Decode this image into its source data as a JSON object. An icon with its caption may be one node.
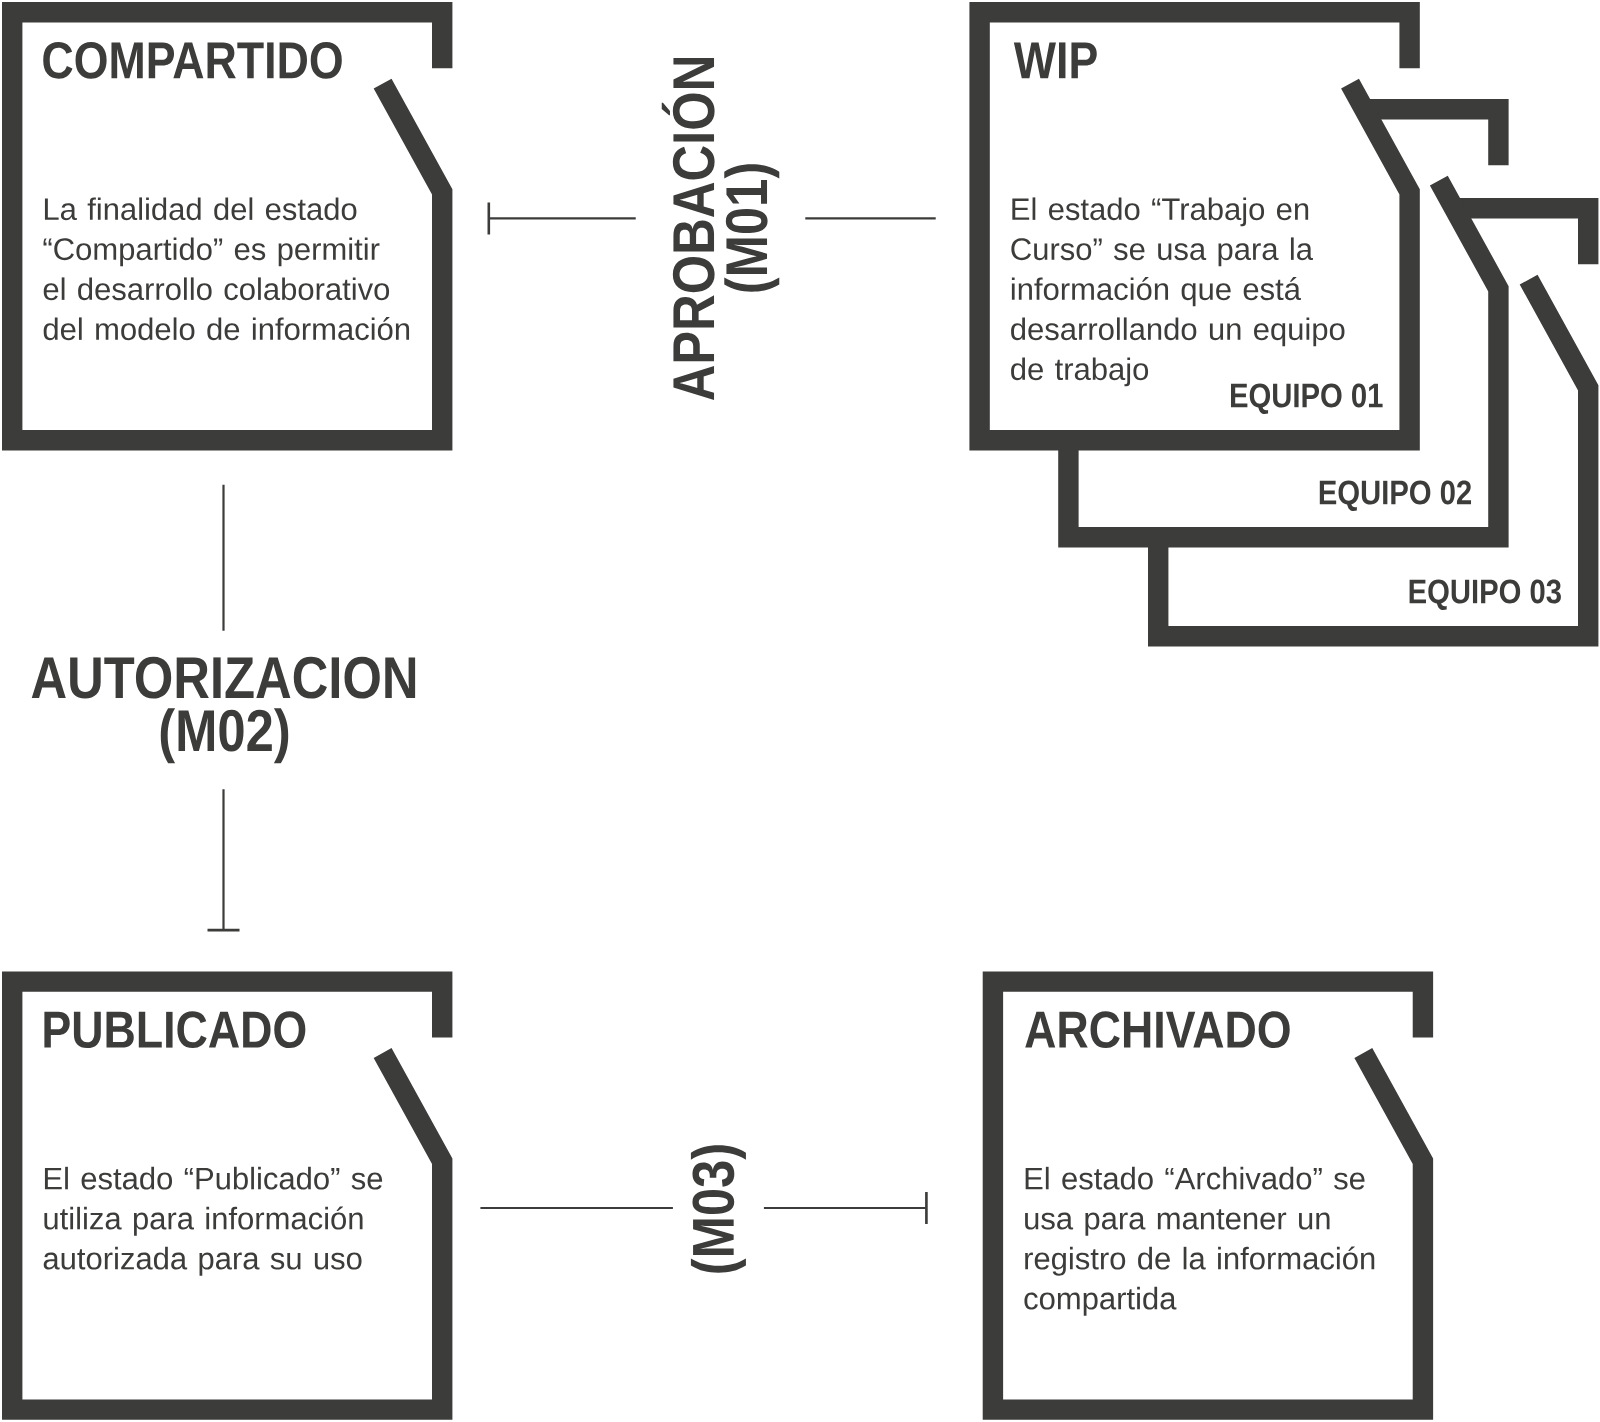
{
  "diagram": {
    "nodes": [
      {
        "text": [
          "COMPARTIDO",
          "La finalidad del estado “Compartido” es permitir el desarrollo colaborativo del modelo de información"
        ]
      },
      {
        "text": [
          "WIP",
          "El estado “Trabajo en Curso” se usa para la información que está desarrollando un equipo de trabajo",
          "EQUIPO 01"
        ]
      },
      {
        "text": [
          "EQUIPO 02"
        ]
      },
      {
        "text": [
          "EQUIPO 03"
        ]
      },
      {
        "text": [
          "PUBLICADO",
          "El estado “Publicado” se utiliza para información autorizada para su uso"
        ]
      },
      {
        "text": [
          "ARCHIVADO",
          "El estado “Archivado” se usa para mantener un registro de la información compartida"
        ]
      }
    ],
    "edges": [
      {
        "from": 1,
        "to": 0,
        "arrow": "other",
        "label": "APROBACIÓN (M01)"
      },
      {
        "from": 0,
        "to": 4,
        "arrow": "other",
        "label": "AUTORIZACION (M02)"
      },
      {
        "from": 4,
        "to": 5,
        "arrow": "other",
        "label": "(M03)"
      }
    ]
  }
}
